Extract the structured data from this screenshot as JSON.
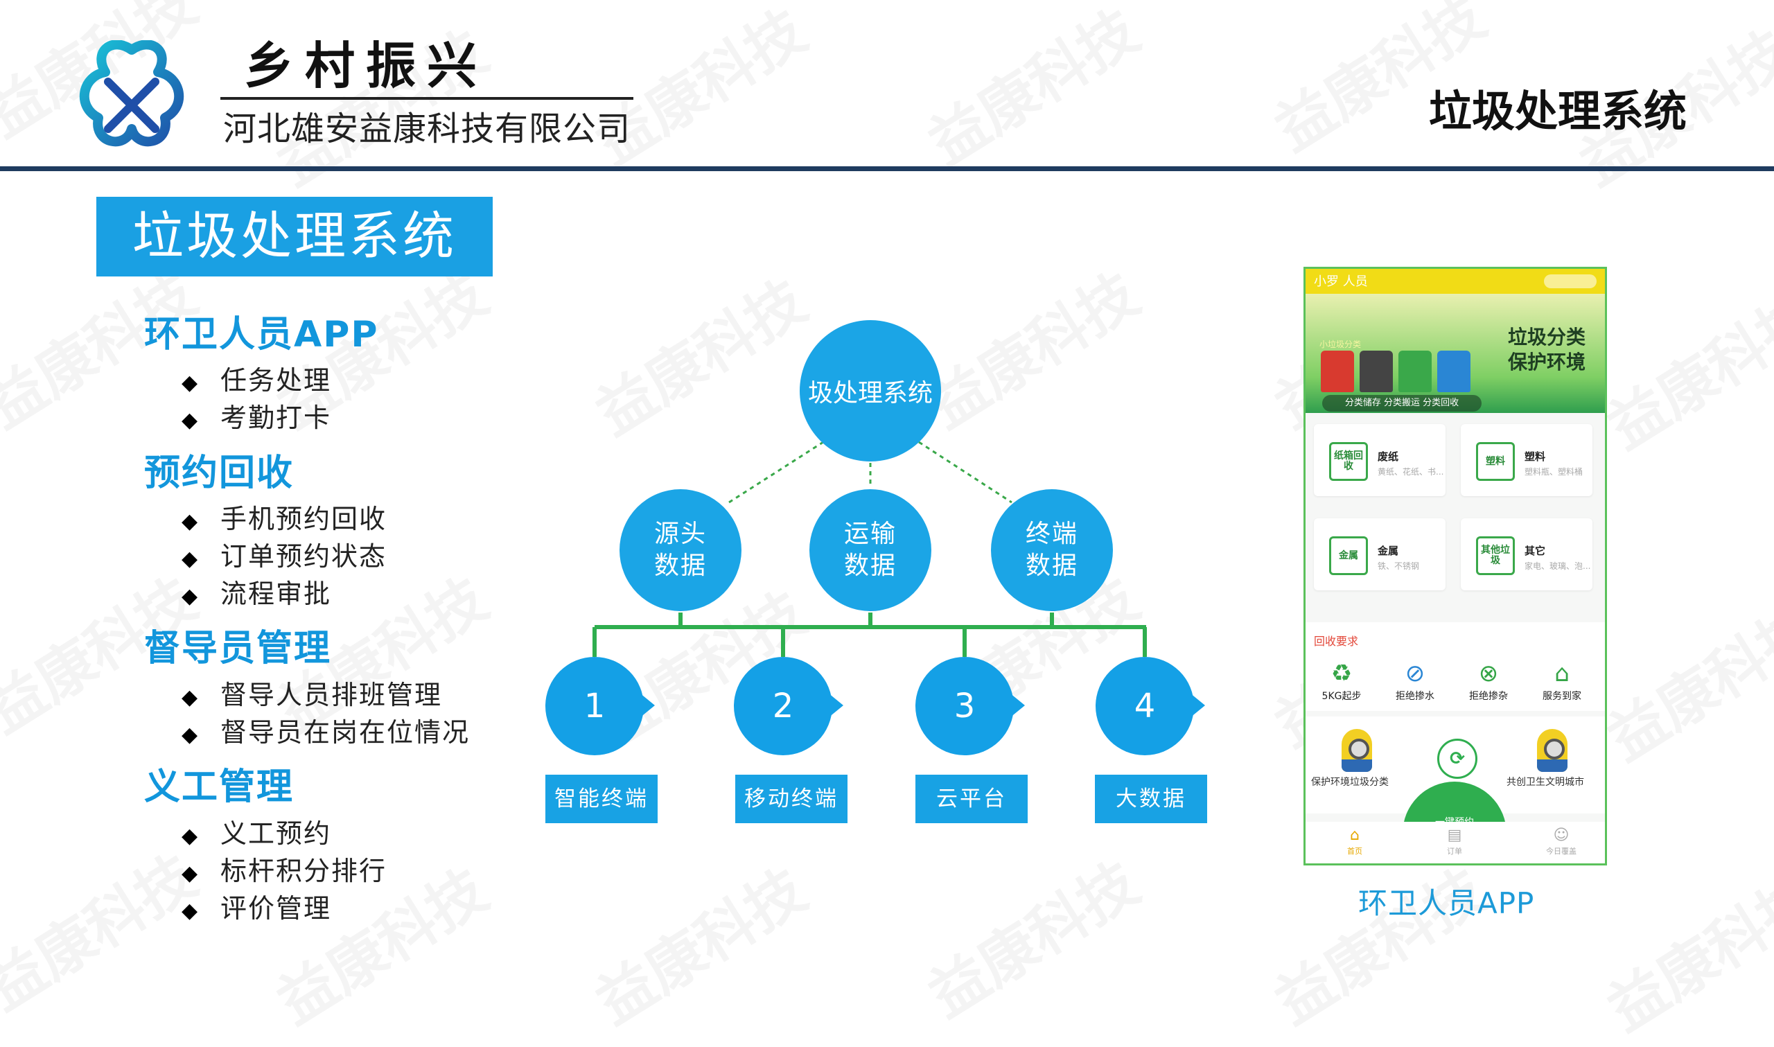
{
  "header": {
    "slogan": "乡村振兴",
    "company": "河北雄安益康科技有限公司",
    "page_title": "垃圾处理系统",
    "watermark": "益康科技"
  },
  "left": {
    "title": "垃圾处理系统",
    "sections": [
      {
        "heading": "环卫人员APP",
        "items": [
          "任务处理",
          "考勤打卡"
        ]
      },
      {
        "heading": "预约回收",
        "items": [
          "手机预约回收",
          "订单预约状态",
          "流程审批"
        ]
      },
      {
        "heading": "督导员管理",
        "items": [
          "督导人员排班管理",
          "督导员在岗在位情况"
        ]
      },
      {
        "heading": "义工管理",
        "items": [
          "义工预约",
          "标杆积分排行",
          "评价管理"
        ]
      }
    ],
    "bullet_glyph": "◆"
  },
  "diagram": {
    "top": "圾处理系统",
    "middle": [
      {
        "line1": "源头",
        "line2": "数据"
      },
      {
        "line1": "运输",
        "line2": "数据"
      },
      {
        "line1": "终端",
        "line2": "数据"
      }
    ],
    "bottom": [
      {
        "num": "1",
        "label": "智能终端"
      },
      {
        "num": "2",
        "label": "移动终端"
      },
      {
        "num": "3",
        "label": "云平台"
      },
      {
        "num": "4",
        "label": "大数据"
      }
    ],
    "colors": {
      "node": "#1ba5e6",
      "connector_solid": "#2fae4f",
      "connector_dashed": "#3aa84a"
    }
  },
  "phone": {
    "status_text": "小罗 人员",
    "banner_tag": "小垃圾分类",
    "banner_title_1": "垃圾分类",
    "banner_title_2": "保护环境",
    "banner_strip": "分类储存  分类搬运  分类回收",
    "cards": [
      {
        "icon": "纸箱回收",
        "title": "废纸",
        "sub": "黄纸、花纸、书..."
      },
      {
        "icon": "塑料",
        "title": "塑料",
        "sub": "塑料瓶、塑料桶"
      },
      {
        "icon": "金属",
        "title": "金属",
        "sub": "铁、不锈钢"
      },
      {
        "icon": "其他垃圾",
        "title": "其它",
        "sub": "家电、玻璃、泡..."
      }
    ],
    "req_title": "回收要求",
    "requirements": [
      {
        "icon": "♻",
        "label": "5KG起步"
      },
      {
        "icon": "⊘",
        "label": "拒绝掺水"
      },
      {
        "icon": "⊗",
        "label": "拒绝掺杂"
      },
      {
        "icon": "⌂",
        "label": "服务到家"
      }
    ],
    "promo_left": "保护环境垃圾分类",
    "promo_right": "共创卫生文明城市",
    "onekey": "一键预约",
    "nav": [
      {
        "icon": "⌂",
        "label": "首页"
      },
      {
        "icon": "▤",
        "label": "订单"
      },
      {
        "icon": "☺",
        "label": "今日覆盖"
      }
    ],
    "caption": "环卫人员APP"
  }
}
